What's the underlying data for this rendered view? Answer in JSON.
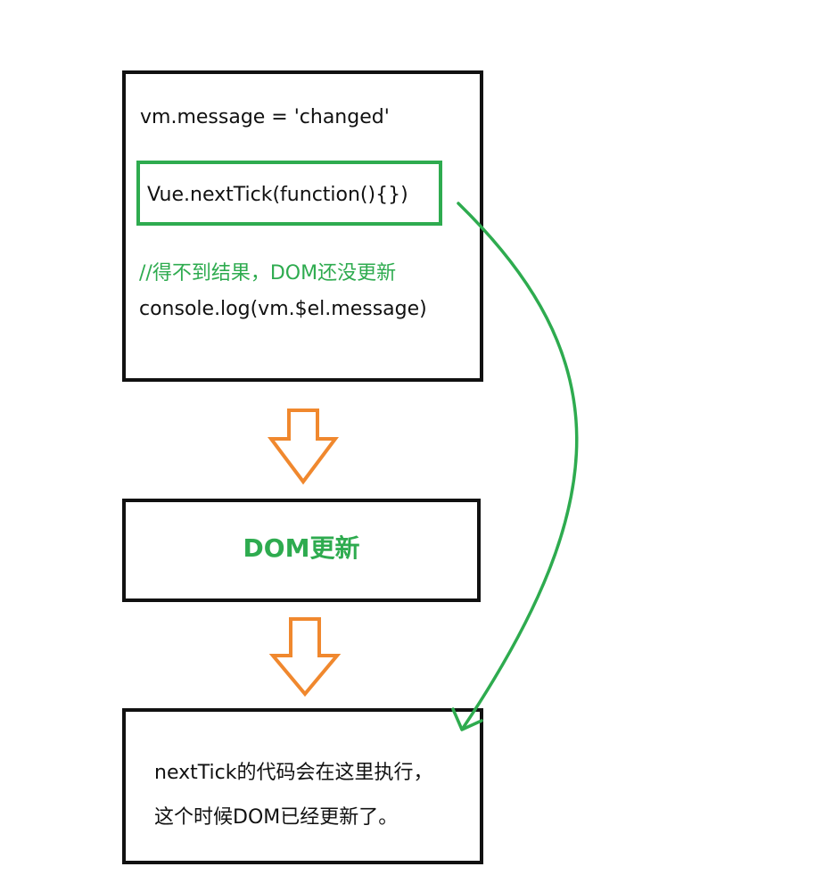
{
  "colors": {
    "box_border": "#111111",
    "highlight_green": "#2eab4f",
    "arrow_orange": "#f0882e"
  },
  "code_box": {
    "line_assign": "vm.message = 'changed'",
    "line_nexttick": "Vue.nextTick(function(){})",
    "comment": "//得不到结果，DOM还没更新",
    "line_log": "console.log(vm.$el.message)"
  },
  "dom_box": {
    "label": "DOM更新"
  },
  "tick_box": {
    "line1": "nextTick的代码会在这里执行，",
    "line2": "这个时候DOM已经更新了。"
  },
  "icons": {
    "down_arrow": "hollow-down-arrow-icon",
    "curve_arrow": "curved-arrow-icon"
  }
}
